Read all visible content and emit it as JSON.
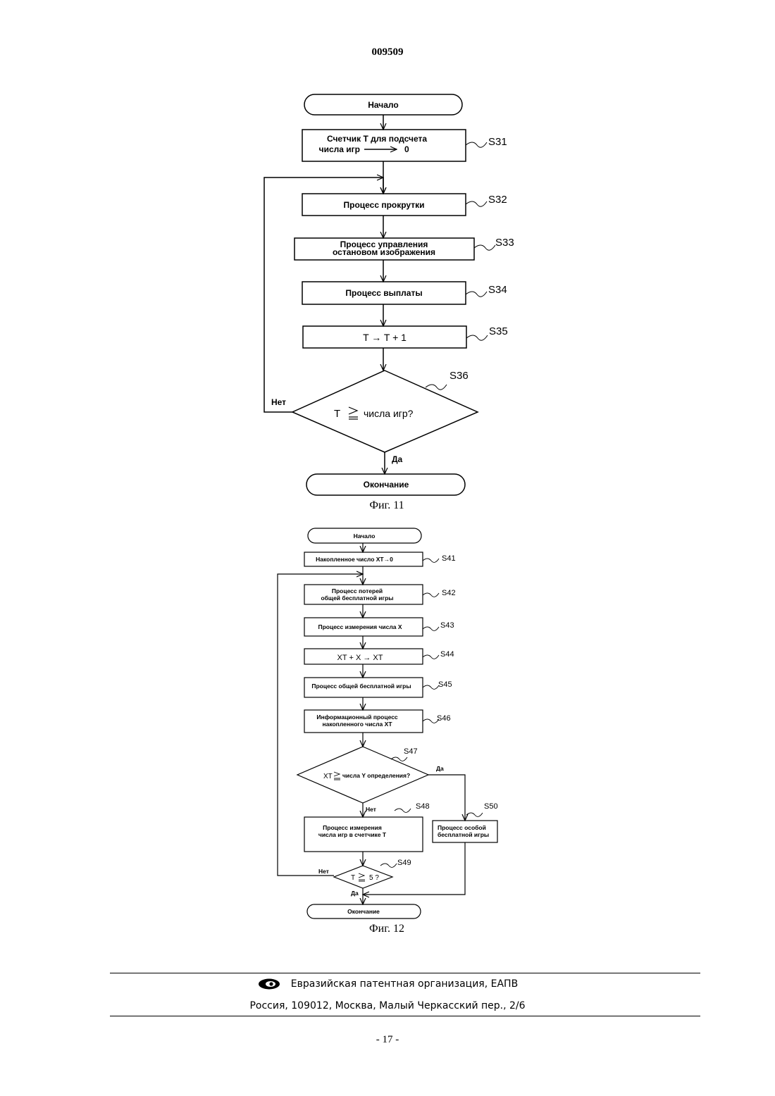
{
  "header": {
    "doc_number": "009509"
  },
  "fig11": {
    "start": "Начало",
    "s31_line1": "Счетчик T для подсчета",
    "s31_line2": "числа игр",
    "s31_zero": "0",
    "s32": "Процесс прокрутки",
    "s33_line1": "Процесс управления",
    "s33_line2": "остановом изображения",
    "s34": "Процесс выплаты",
    "s35": "T → T + 1",
    "s36_t": "T",
    "s36_rest": "числа игр?",
    "no": "Нет",
    "yes": "Да",
    "end": "Окончание",
    "labels": [
      "S31",
      "S32",
      "S33",
      "S34",
      "S35",
      "S36"
    ],
    "caption": "Фиг. 11"
  },
  "fig12": {
    "start": "Начало",
    "s41": "Накопленное число XT→0",
    "s42_line1": "Процесс потерей",
    "s42_line2": "общей бесплатной игры",
    "s43": "Процесс измерения числа X",
    "s44": "XT + X → XT",
    "s45": "Процесс общей бесплатной игры",
    "s46_line1": "Информационный процесс",
    "s46_line2": "накопленного числа XT",
    "s47_xt": "XT",
    "s47_rest": "числа Y определения?",
    "s48_line1": "Процесс измерения",
    "s48_line2": "числа игр в счетчике T",
    "s49_t": "T",
    "s49_rest": "5 ?",
    "s50_line1": "Процесс особой",
    "s50_line2": "бесплатной игры",
    "yes": "Да",
    "no": "Нет",
    "end": "Окончание",
    "labels": [
      "S41",
      "S42",
      "S43",
      "S44",
      "S45",
      "S46",
      "S47",
      "S48",
      "S49",
      "S50"
    ],
    "caption": "Фиг. 12"
  },
  "footer": {
    "org": "Евразийская патентная организация, ЕАПВ",
    "address": "Россия, 109012, Москва, Малый Черкасский пер., 2/6",
    "page": "- 17 -"
  }
}
